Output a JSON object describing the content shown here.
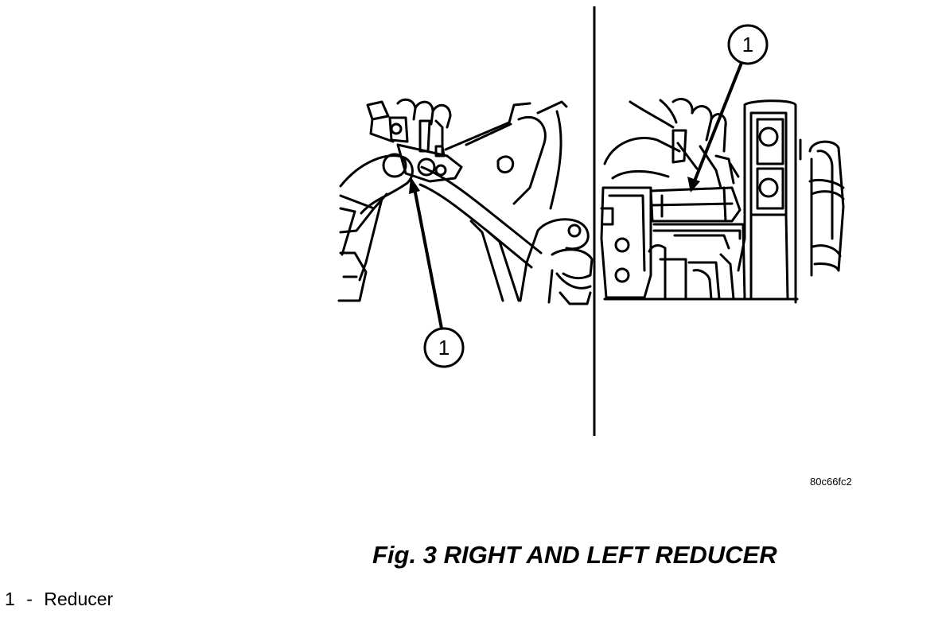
{
  "callouts": {
    "left": "1",
    "right": "1"
  },
  "reference_code": "80c66fc2",
  "caption": "Fig. 3 RIGHT AND LEFT REDUCER",
  "legend": [
    {
      "number": "1",
      "separator": "-",
      "label": "Reducer"
    }
  ]
}
